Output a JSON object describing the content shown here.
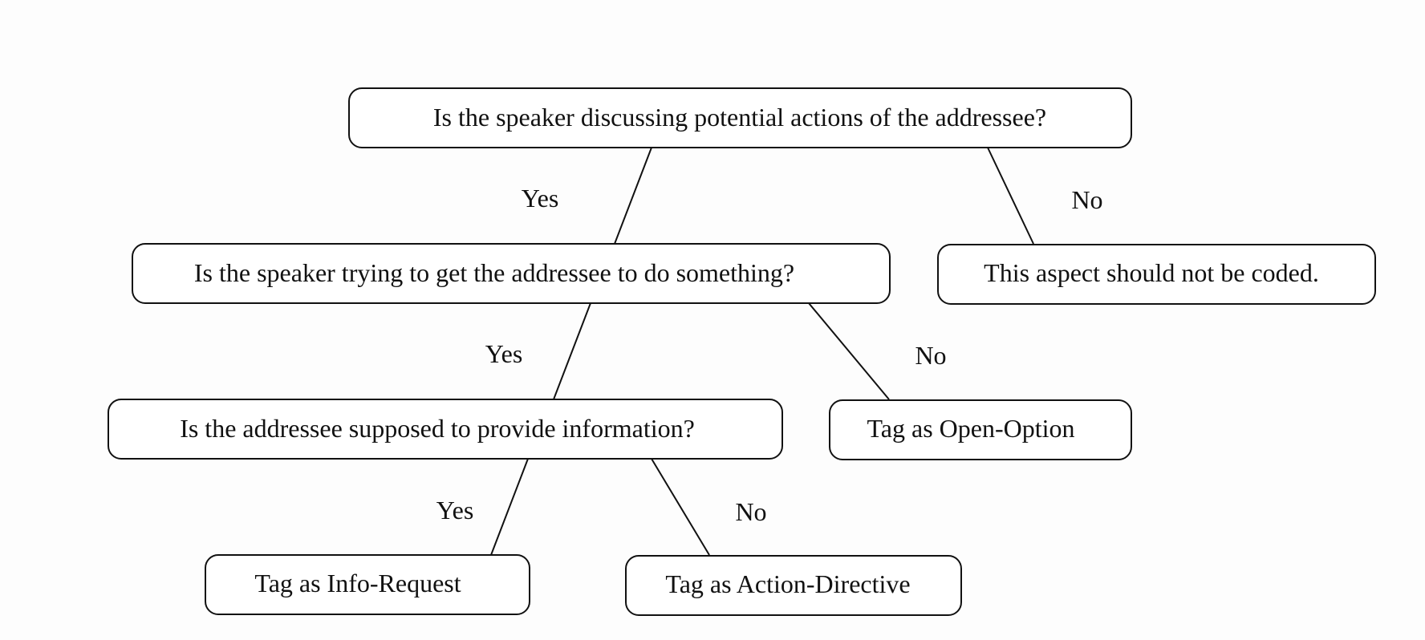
{
  "diagram": {
    "type": "decision-tree",
    "colors": {
      "stroke": "#111111",
      "text": "#111111",
      "box_fill": "#ffffff",
      "background": "#fdfdfd"
    },
    "nodes": [
      {
        "id": "q1",
        "text": "Is the speaker discussing potential actions of the addressee?"
      },
      {
        "id": "q2",
        "text": "Is the speaker trying to get the addressee to do something?"
      },
      {
        "id": "t_not_coded",
        "text": "This aspect should not be coded."
      },
      {
        "id": "q3",
        "text": "Is the addressee supposed to provide information?"
      },
      {
        "id": "t_open_option",
        "text": "Tag as Open-Option"
      },
      {
        "id": "t_info_request",
        "text": "Tag as Info-Request"
      },
      {
        "id": "t_action_directive",
        "text": "Tag as Action-Directive"
      }
    ],
    "edges": [
      {
        "from": "q1",
        "to": "q2",
        "label": "Yes"
      },
      {
        "from": "q1",
        "to": "t_not_coded",
        "label": "No"
      },
      {
        "from": "q2",
        "to": "q3",
        "label": "Yes"
      },
      {
        "from": "q2",
        "to": "t_open_option",
        "label": "No"
      },
      {
        "from": "q3",
        "to": "t_info_request",
        "label": "Yes"
      },
      {
        "from": "q3",
        "to": "t_action_directive",
        "label": "No"
      }
    ]
  }
}
